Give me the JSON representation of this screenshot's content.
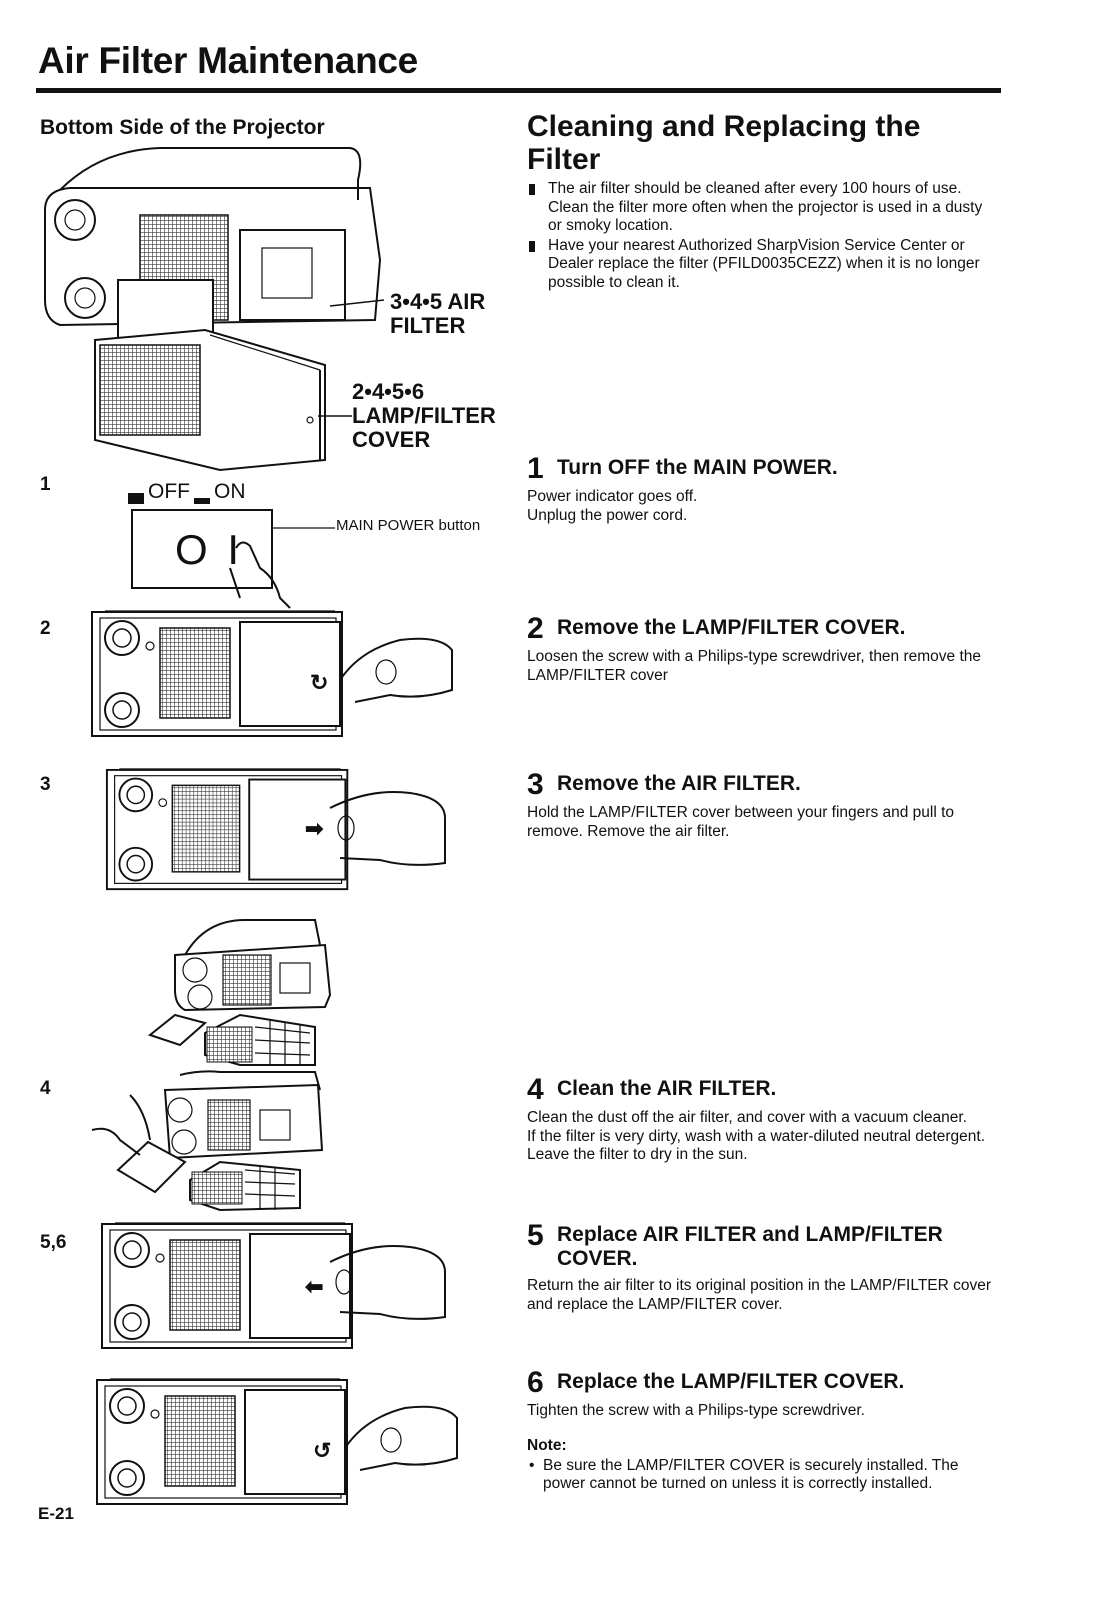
{
  "header": {
    "title": "Air Filter Maintenance"
  },
  "left": {
    "heading": "Bottom Side of the Projector",
    "callouts": {
      "air_filter_nums": "3•4•5 AIR",
      "air_filter_word": "FILTER",
      "cover_nums": "2•4•5•6",
      "cover_word1": "LAMP/FILTER",
      "cover_word2": "COVER"
    },
    "switch": {
      "off": "OFF",
      "on": "ON",
      "symbol": "O I",
      "button_label": "MAIN POWER button"
    },
    "figure_numbers": [
      "1",
      "2",
      "3",
      "4",
      "5,6"
    ]
  },
  "section": {
    "title": "Cleaning and Replacing the Filter",
    "bullets": [
      "The air filter should be cleaned after every 100 hours of use. Clean the filter more often when the projector is used in a dusty or smoky location.",
      "Have your nearest Authorized SharpVision Service Center or Dealer replace the filter (PFILD0035CEZZ) when it is no longer possible to clean it."
    ]
  },
  "steps": [
    {
      "num": "1",
      "title": "Turn OFF the MAIN POWER.",
      "lines": [
        "Power indicator goes off.",
        "Unplug the power cord."
      ]
    },
    {
      "num": "2",
      "title": "Remove the LAMP/FILTER COVER.",
      "lines": [
        "Loosen the screw with a Philips-type screwdriver, then remove the LAMP/FILTER cover"
      ]
    },
    {
      "num": "3",
      "title": "Remove the AIR FILTER.",
      "lines": [
        "Hold the LAMP/FILTER cover between your fingers and pull to remove. Remove the air filter."
      ]
    },
    {
      "num": "4",
      "title": "Clean the AIR FILTER.",
      "lines": [
        "Clean the dust off the air filter, and cover with a vacuum cleaner.",
        "If the filter is very dirty, wash with a water-diluted neutral detergent. Leave the filter to dry in the sun."
      ]
    },
    {
      "num": "5",
      "title": "Replace AIR FILTER and LAMP/FILTER COVER.",
      "lines": [
        "Return the air filter to its original position in the LAMP/FILTER cover and replace the LAMP/FILTER cover."
      ]
    },
    {
      "num": "6",
      "title": "Replace the LAMP/FILTER COVER.",
      "lines": [
        "Tighten the screw with a Philips-type screwdriver."
      ]
    }
  ],
  "note": {
    "heading": "Note:",
    "items": [
      "Be sure the LAMP/FILTER COVER is securely installed. The power cannot be turned on unless it is correctly installed."
    ]
  },
  "footer": {
    "page": "E-21"
  }
}
